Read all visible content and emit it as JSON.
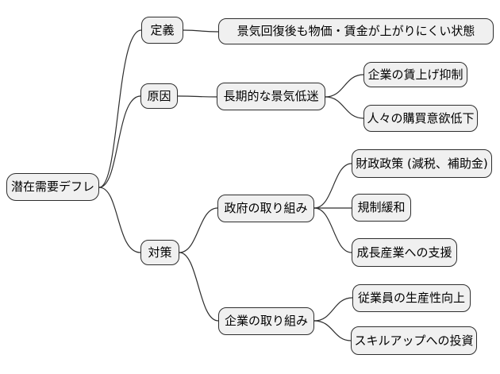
{
  "mindmap": {
    "root": {
      "label": "潜在需要デフレ"
    },
    "branches": [
      {
        "label": "定義",
        "children": [
          {
            "label": "景気回復後も物価・賃金が上がりにくい状態"
          }
        ]
      },
      {
        "label": "原因",
        "children": [
          {
            "label": "長期的な景気低迷",
            "children": [
              {
                "label": "企業の賃上げ抑制"
              },
              {
                "label": "人々の購買意欲低下"
              }
            ]
          }
        ]
      },
      {
        "label": "対策",
        "children": [
          {
            "label": "政府の取り組み",
            "children": [
              {
                "label": "財政政策 (減税、補助金)"
              },
              {
                "label": "規制緩和"
              },
              {
                "label": "成長産業への支援"
              }
            ]
          },
          {
            "label": "企業の取り組み",
            "children": [
              {
                "label": "従業員の生産性向上"
              },
              {
                "label": "スキルアップへの投資"
              }
            ]
          }
        ]
      }
    ],
    "style": {
      "node_fill": "#f0f0f0",
      "node_border": "#2e2e2e",
      "edge_color": "#2e2e2e",
      "text_color": "#000000",
      "background": "#ffffff"
    }
  }
}
